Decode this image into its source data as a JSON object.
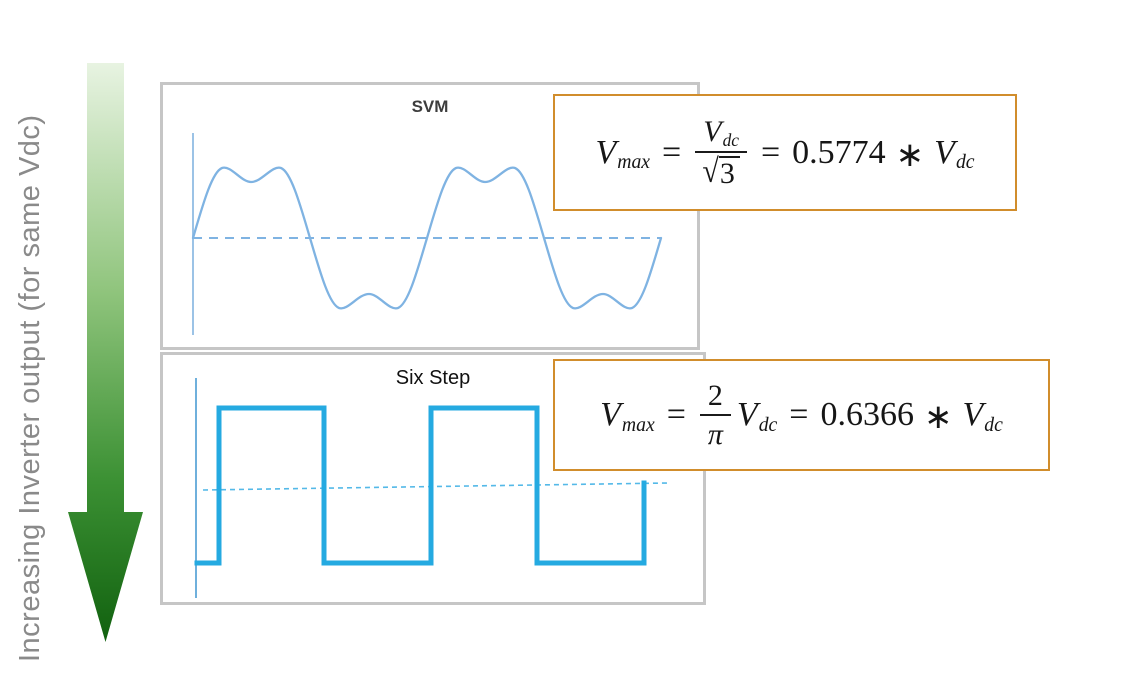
{
  "side_label": "Increasing Inverter output (for same Vdc)",
  "panels": {
    "svm": {
      "title": "SVM"
    },
    "six_step": {
      "title": "Six Step"
    }
  },
  "formulas": {
    "svm": {
      "var": "V",
      "var_sub": "max",
      "eq": "=",
      "num_var": "V",
      "num_sub": "dc",
      "radical": "√",
      "radicand": "3",
      "eq2": "=",
      "coefficient": "0.5774",
      "times": "∗",
      "result_var": "V",
      "result_sub": "dc"
    },
    "six_step": {
      "var": "V",
      "var_sub": "max",
      "eq": "=",
      "num": "2",
      "den": "π",
      "factor_var": "V",
      "factor_sub": "dc",
      "eq2": "=",
      "coefficient": "0.6366",
      "times": "∗",
      "result_var": "V",
      "result_sub": "dc"
    }
  },
  "colors": {
    "side_label": "#8a8a8a",
    "panel_border": "#c6c6c6",
    "formula_border": "#d18d2c",
    "svm_wave": "#7fb3e2",
    "svm_axis": "#9cc3e6",
    "svm_dashed": "#7fb3e2",
    "six_wave": "#25aae1",
    "six_axis": "#6fb0dc",
    "six_dashed": "#54b9e8",
    "arrow_gradient_top": "#e9f4e3",
    "arrow_gradient_bottom": "#11610f",
    "svm_title_color": "#3d3d3d",
    "six_title_color": "#111111"
  }
}
